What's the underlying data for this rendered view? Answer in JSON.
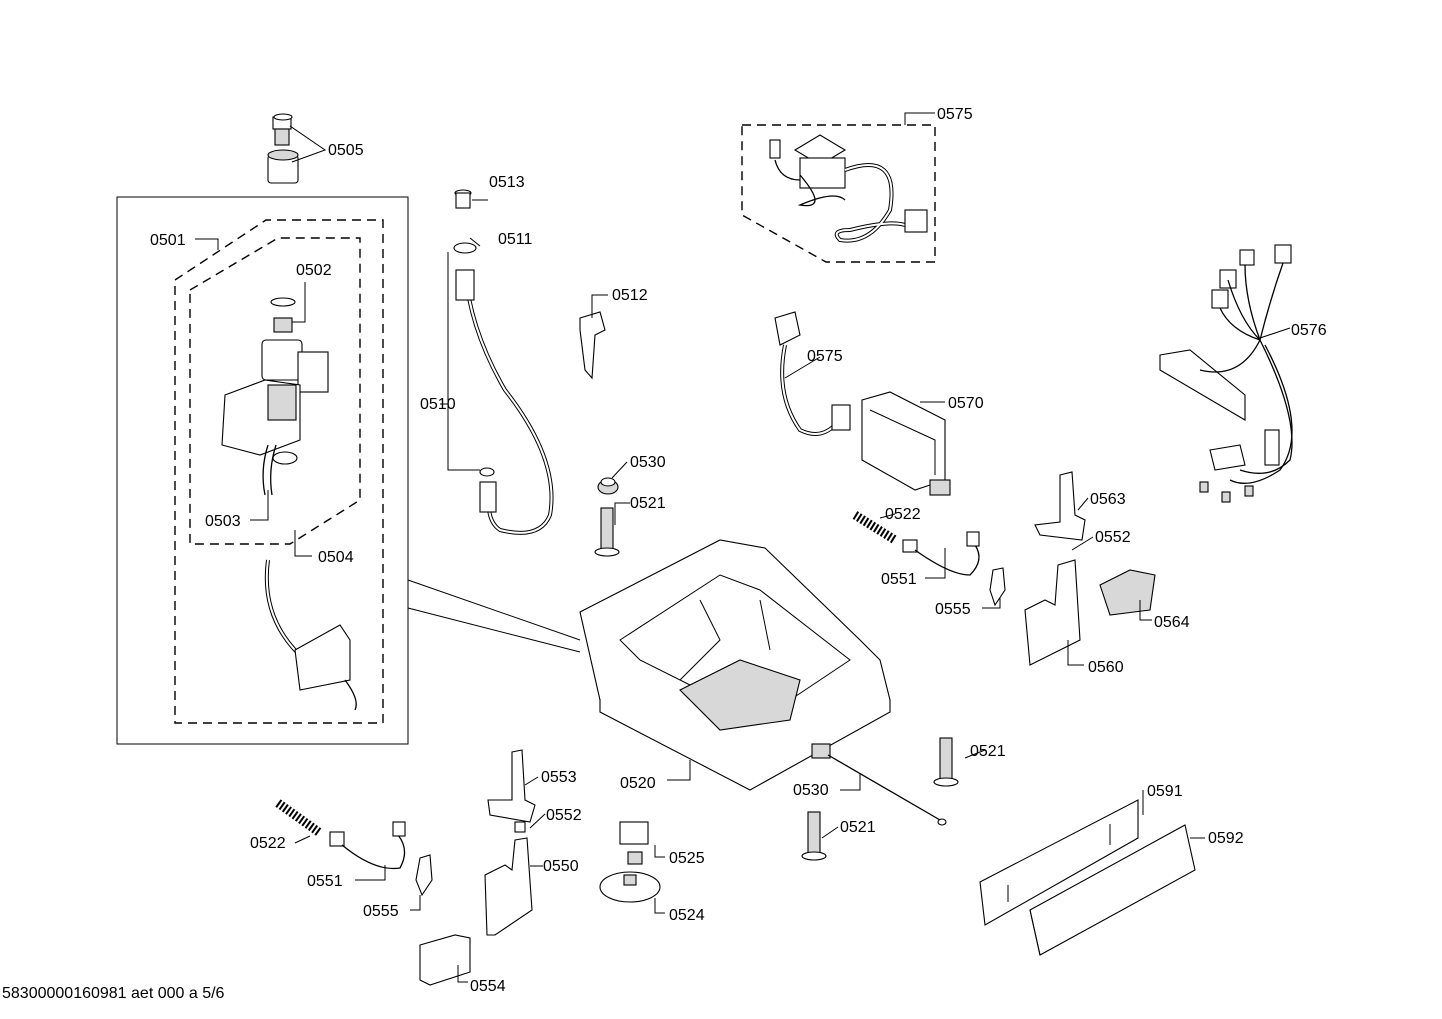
{
  "footer": "58300000160981 aet 000 a 5/6",
  "labels": {
    "l0505": "0505",
    "l0501": "0501",
    "l0502": "0502",
    "l0503": "0503",
    "l0504": "0504",
    "l0513": "0513",
    "l0511": "0511",
    "l0510": "0510",
    "l0512": "0512",
    "l0530a": "0530",
    "l0521a": "0521",
    "l0575a": "0575",
    "l0575b": "0575",
    "l0570": "0570",
    "l0576": "0576",
    "l0522a": "0522",
    "l0551a": "0551",
    "l0555a": "0555",
    "l0563": "0563",
    "l0552a": "0552",
    "l0564": "0564",
    "l0560": "0560",
    "l0520": "0520",
    "l0521b": "0521",
    "l0530b": "0530",
    "l0521c": "0521",
    "l0553": "0553",
    "l0552b": "0552",
    "l0550": "0550",
    "l0522b": "0522",
    "l0551b": "0551",
    "l0555b": "0555",
    "l0554": "0554",
    "l0525": "0525",
    "l0524": "0524",
    "l0591": "0591",
    "l0592": "0592"
  }
}
